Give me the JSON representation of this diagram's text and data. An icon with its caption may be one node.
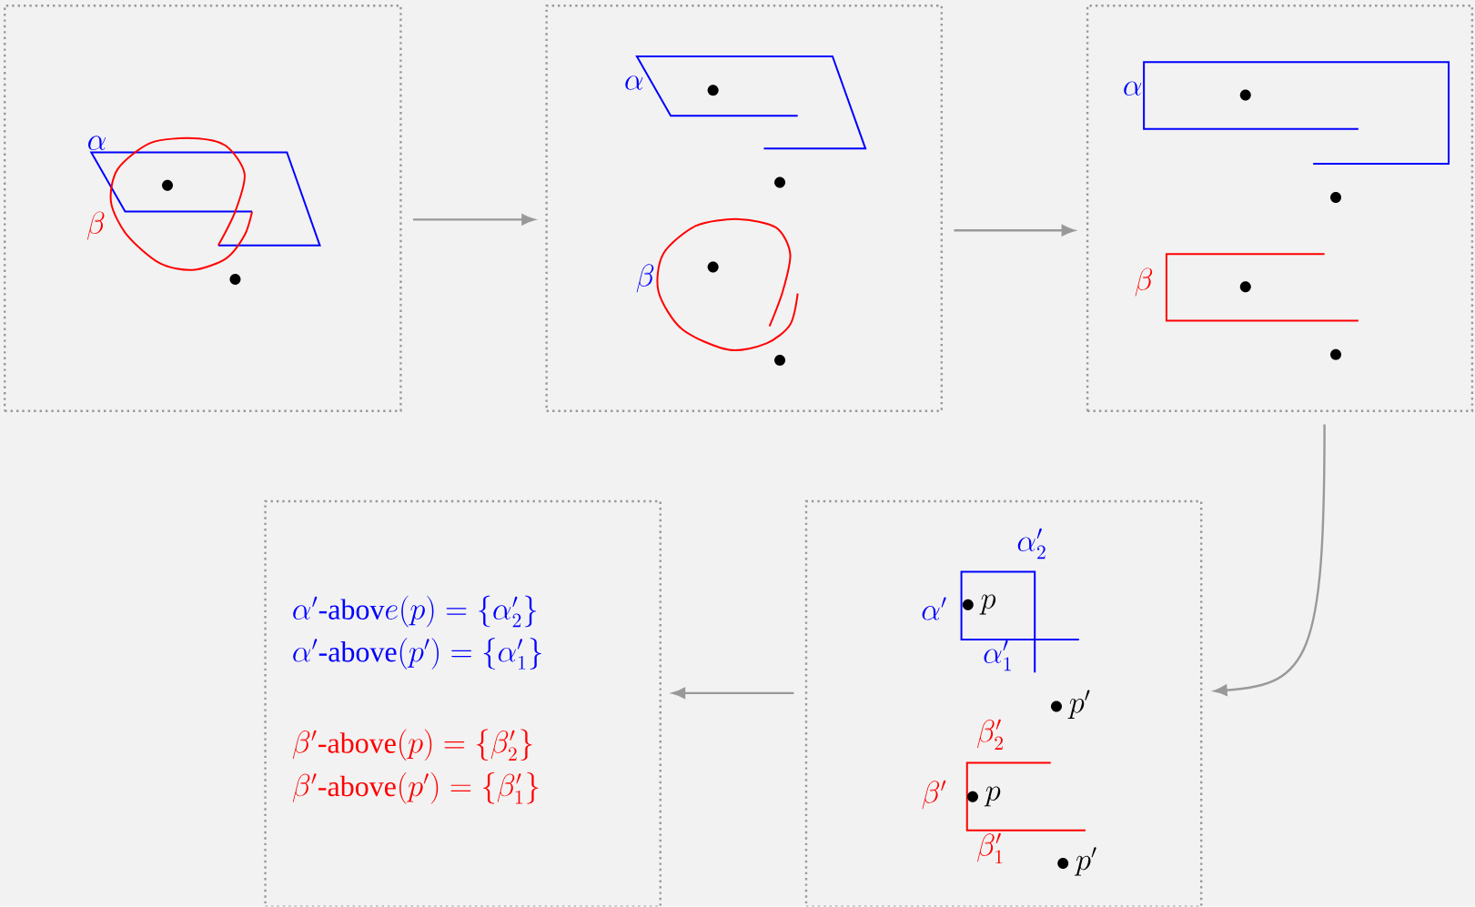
{
  "diagram": {
    "nodes": [
      {
        "text": [
          "\\alpha",
          "\\beta"
        ]
      },
      {
        "text": [
          "\\alpha",
          "\\beta"
        ]
      },
      {
        "text": [
          "\\alpha",
          "\\beta"
        ]
      },
      {
        "text": [
          "\\alpha'_2",
          "\\alpha'",
          "p",
          "\\alpha'_1",
          "p'",
          "\\beta'_2",
          "\\beta'",
          "p",
          "\\beta'_1",
          "p'"
        ]
      },
      {
        "text": [
          "\\alpha'\\mbox{-abov}e(p) = \\{\\alpha'_2\\}",
          "\\alpha'\\mbox{-above}(p') = \\{\\alpha'_1\\}",
          "\\beta'\\mbox{-above}(p) = \\{\\beta'_2\\}",
          "\\beta'\\mbox{-above}(p') = \\{\\beta'_1\\}"
        ]
      }
    ],
    "edges": [
      {
        "from": 0,
        "to": 1,
        "arrow": "to"
      },
      {
        "from": 1,
        "to": 2,
        "arrow": "to"
      },
      {
        "from": 2,
        "to": 3,
        "arrow": "to"
      },
      {
        "from": 3,
        "to": 4,
        "arrow": "to"
      }
    ]
  }
}
